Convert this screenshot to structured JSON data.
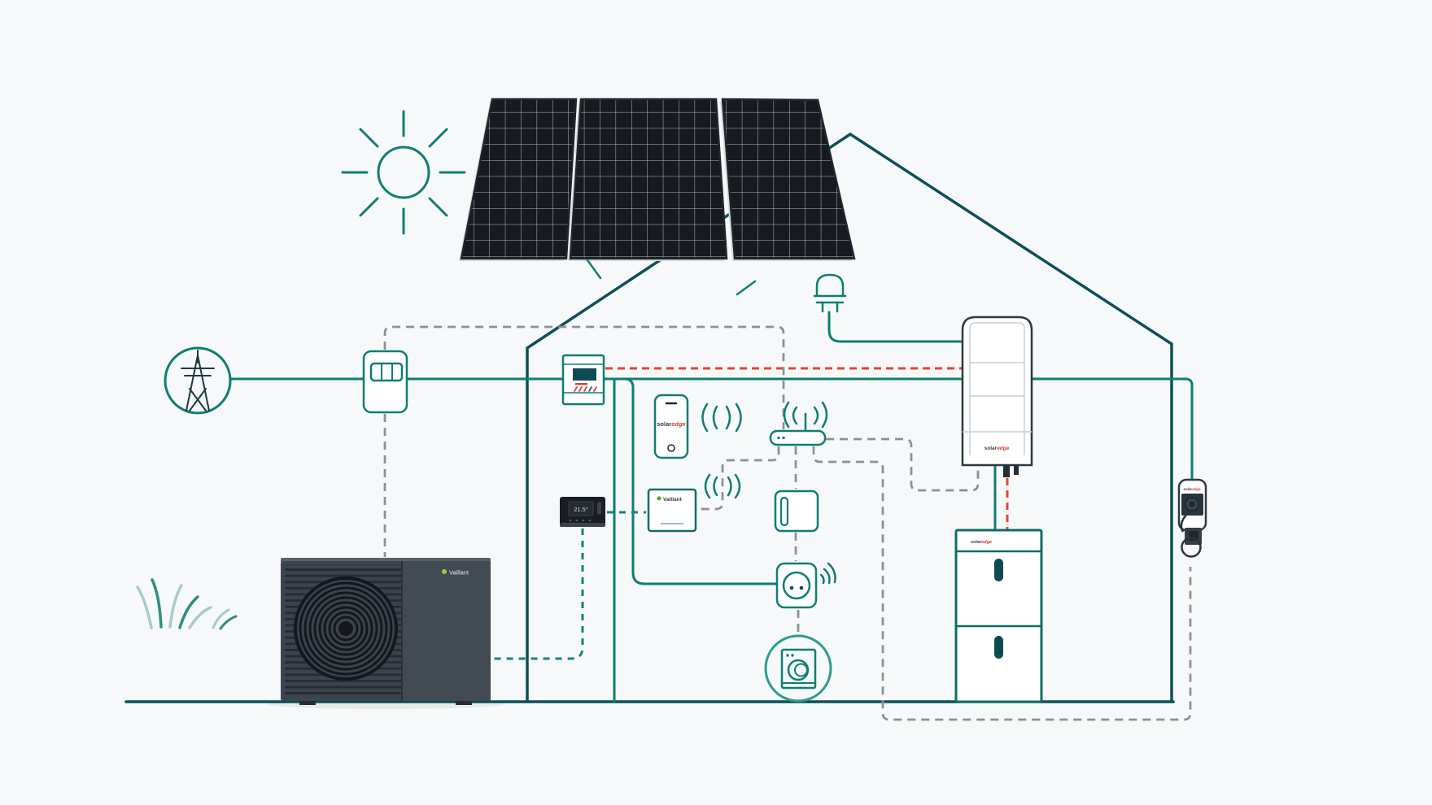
{
  "colors": {
    "background": "#F7F8F9",
    "teal_line": "#0E7E73",
    "dark_teal_house": "#0C5058",
    "red_dashed": "#E2472E",
    "gray_dashed": "#8C9193",
    "teal_dashed": "#13857A",
    "washer_circle": "#2E9C8E",
    "panel_cell": "#171B21",
    "panel_grid": "#B7BDC0",
    "heat_pump_body": "#3B434D",
    "brand_red": "#D8402C"
  },
  "brand": {
    "solar": "solar",
    "edge": "edge"
  },
  "heat_pump": {
    "logo": "Vaillant"
  },
  "control_module": {
    "logo": "Vaillant"
  },
  "thermostat": {
    "display": "21.5°"
  }
}
